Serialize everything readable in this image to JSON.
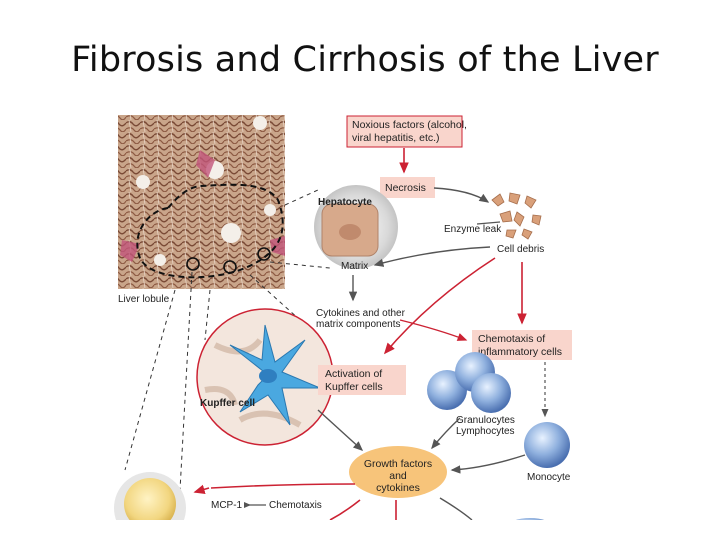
{
  "slide": {
    "title": "Fibrosis and Cirrhosis of the Liver"
  },
  "diagram": {
    "noxious": [
      "Noxious factors (alcohol,",
      "viral hepatitis, etc.)"
    ],
    "necrosis": "Necrosis",
    "hepatocyte": "Hepatocyte",
    "enzyme_leak": "Enzyme leak",
    "cell_debris": "Cell debris",
    "matrix": "Matrix",
    "liver_lobule": "Liver lobule",
    "cytokines": [
      "Cytokines and other",
      "matrix components"
    ],
    "chemotaxis_inflam": [
      "Chemotaxis of",
      "inflammatory cells"
    ],
    "activation": [
      "Activation of",
      "Kupffer cells"
    ],
    "kupffer": "Kupffer cell",
    "granulocytes": [
      "Granulocytes",
      "Lymphocytes"
    ],
    "monocyte": "Monocyte",
    "growth": [
      "Growth factors",
      "and",
      "cytokines"
    ],
    "mcp": "MCP-1",
    "chemotaxis": "Chemotaxis"
  },
  "colors": {
    "accent_red": "#cc2233",
    "box_fill": "#f9d5cc",
    "kupffer_blue": "#4aa8e0"
  }
}
